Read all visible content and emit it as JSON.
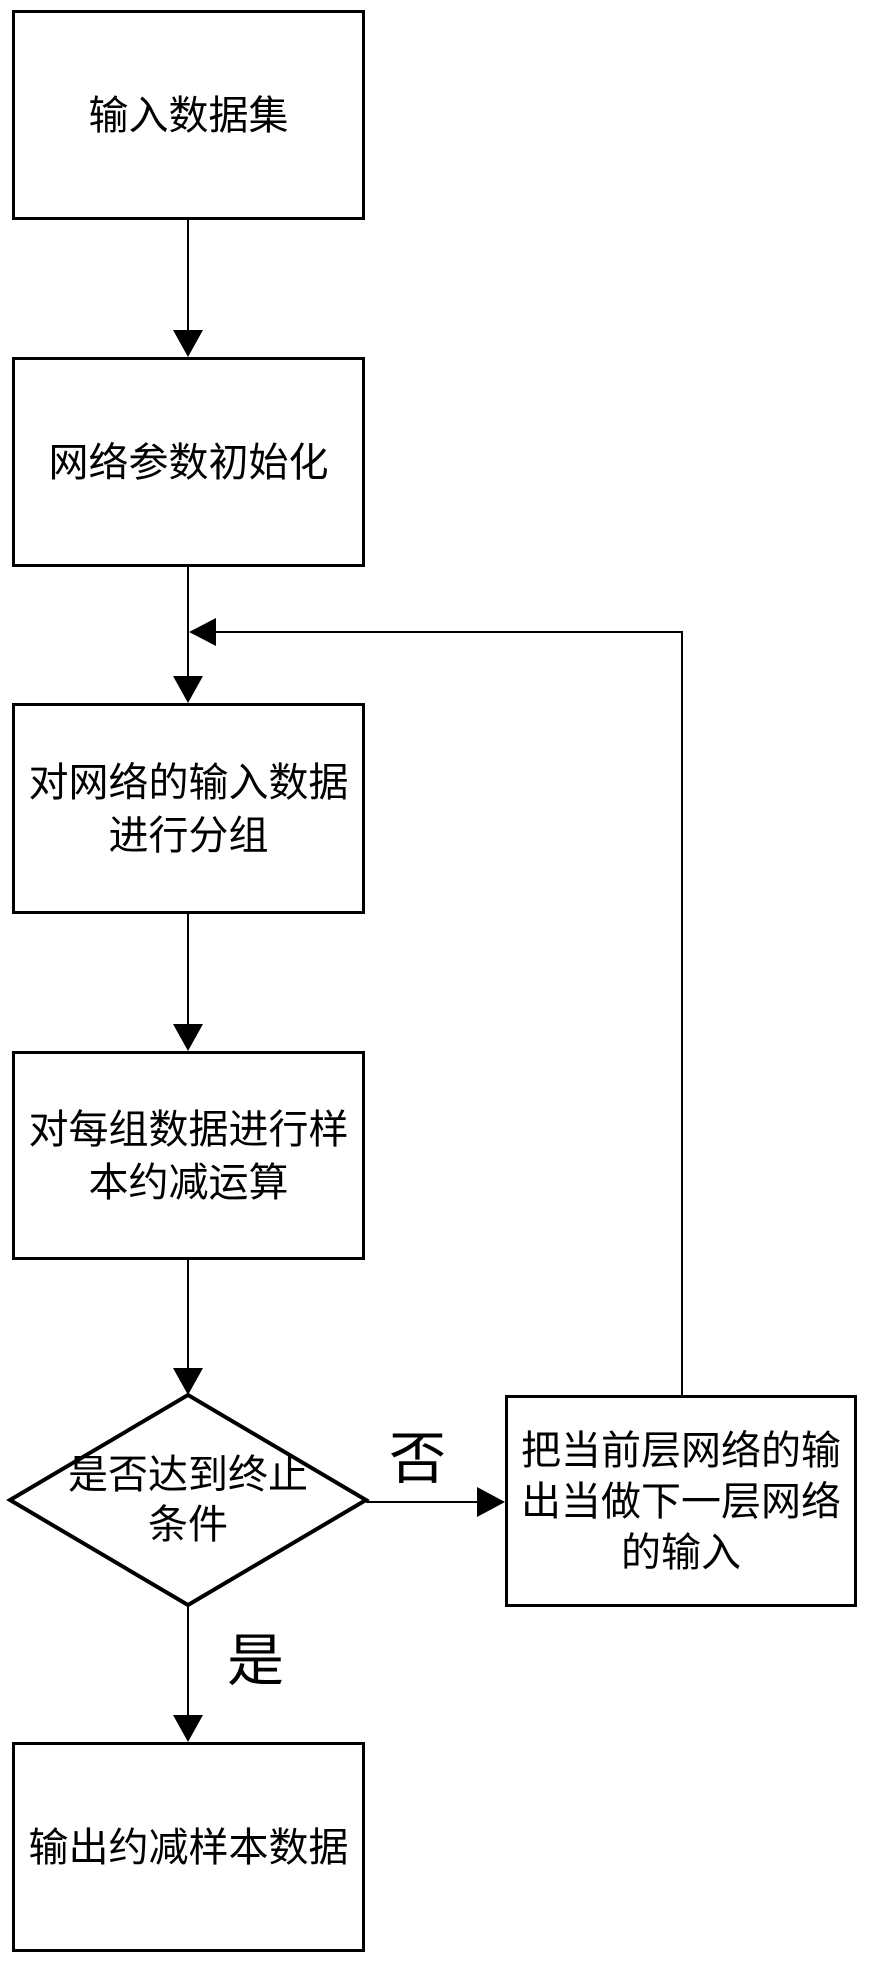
{
  "flowchart": {
    "boxes": [
      {
        "id": "input-dataset",
        "lines": [
          "输入数据集"
        ]
      },
      {
        "id": "network-param-init",
        "lines": [
          "网络参数初始化"
        ]
      },
      {
        "id": "group-input-data",
        "lines": [
          "对网络的输入数据",
          "进行分组"
        ]
      },
      {
        "id": "sample-reduction",
        "lines": [
          "对每组数据进行样",
          "本约减运算"
        ]
      },
      {
        "id": "output-reduced",
        "lines": [
          "输出约减样本数据"
        ]
      }
    ],
    "decision": {
      "id": "termination-check",
      "lines": [
        "是否达到终止",
        "条件"
      ]
    },
    "side_box": {
      "id": "feed-next-layer",
      "lines": [
        "把当前层网络的输",
        "出当做下一层网络",
        "的输入"
      ]
    },
    "labels": {
      "no": "否",
      "yes": "是"
    },
    "colors": {
      "ink": "#000000",
      "background": "#ffffff"
    }
  }
}
